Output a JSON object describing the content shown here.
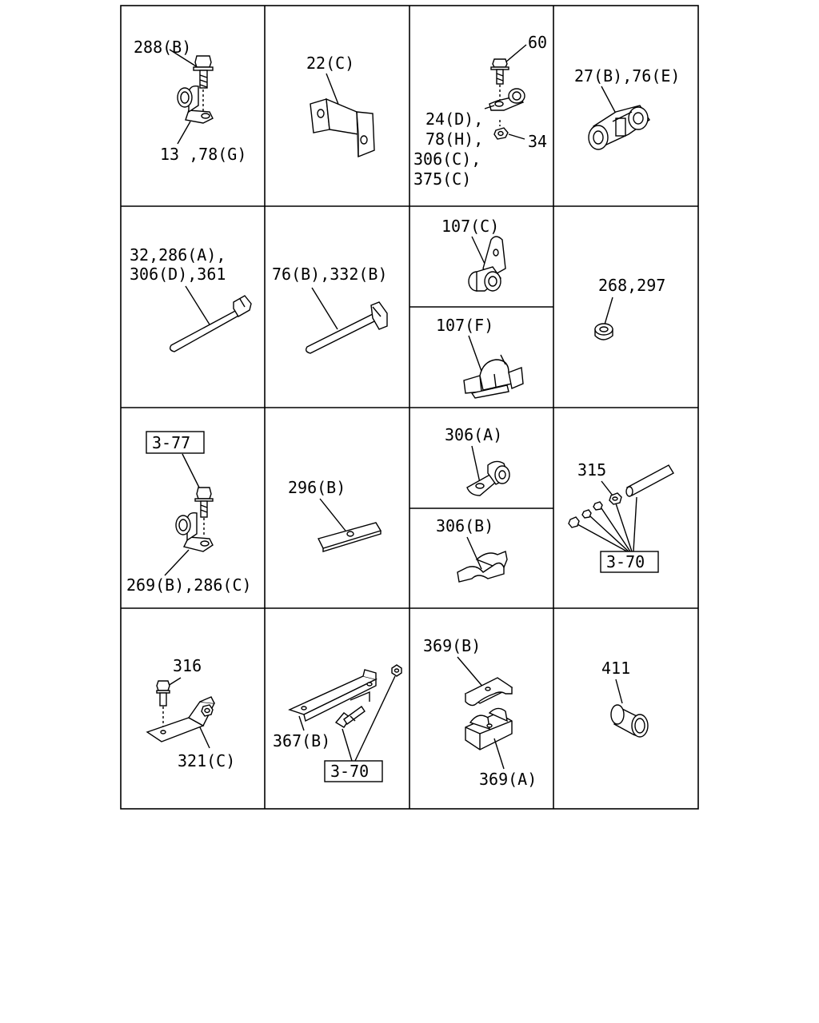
{
  "labels": {
    "c1": {
      "top": "288(B)",
      "bottom": "13 ,78(G)"
    },
    "c2": {
      "top": "22(C)"
    },
    "c3": {
      "top": "60",
      "l1": "24(D),",
      "l2": "78(H),",
      "l3": "306(C),",
      "l4": "375(C)",
      "nut": "34"
    },
    "c4": {
      "top": "27(B),76(E)"
    },
    "c5": {
      "l1": "32,286(A),",
      "l2": "306(D),361"
    },
    "c6": {
      "top": "76(B),332(B)"
    },
    "c7a": {
      "top": "107(C)"
    },
    "c7b": {
      "top": "107(F)"
    },
    "c8": {
      "top": "268,297"
    },
    "c9": {
      "ref": "3-77",
      "bottom": "269(B),286(C)"
    },
    "c10": {
      "top": "296(B)"
    },
    "c11a": {
      "top": "306(A)"
    },
    "c11b": {
      "top": "306(B)"
    },
    "c12": {
      "top": "315",
      "ref": "3-70"
    },
    "c13": {
      "top": "316",
      "bottom": "321(C)"
    },
    "c14": {
      "label": "367(B)",
      "ref": "3-70"
    },
    "c15": {
      "top": "369(B)",
      "bottom": "369(A)"
    },
    "c16": {
      "top": "411"
    }
  }
}
